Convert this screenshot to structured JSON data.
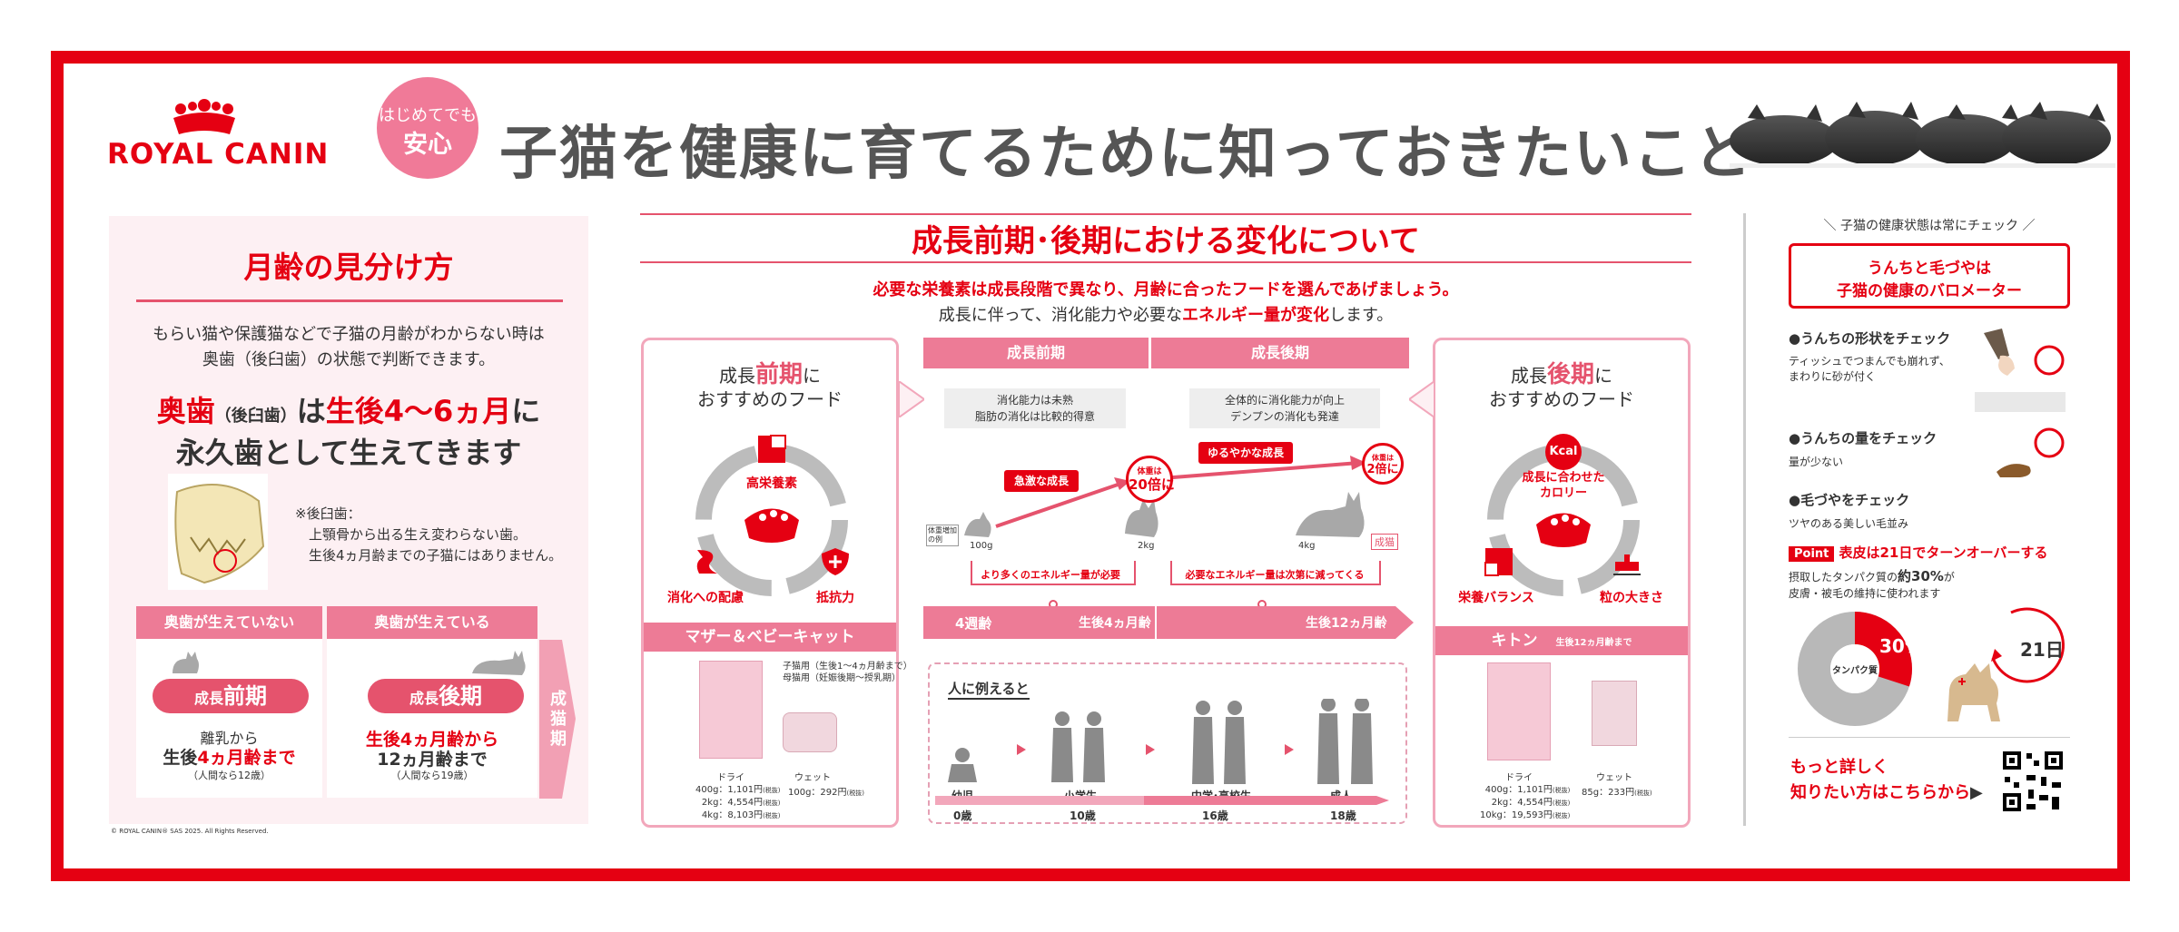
{
  "header": {
    "logo": "ROYAL CANIN",
    "badge_small": "はじめてでも",
    "badge_big": "安心",
    "title": "子猫を健康に育てるために知っておきたいこと"
  },
  "left": {
    "title": "月齢の見分け方",
    "intro1": "もらい猫や保護猫などで子猫の月齢がわからない時は",
    "intro2": "奥歯（後臼歯）の状態で判断できます。",
    "head_a": "奥歯",
    "head_b": "（後臼歯）",
    "head_c": "は",
    "head_d": "生後4〜6ヵ月",
    "head_e": "に",
    "head2": "永久歯として生えてきます",
    "note1": "※後臼歯：",
    "note2": "上顎骨から出る生え変わらない歯。",
    "note3": "生後4ヵ月齢までの子猫にはありません。",
    "col1_head": "奥歯が生えていない",
    "col2_head": "奥歯が生えている",
    "col1_pill_a": "成長",
    "col1_pill_b": "前期",
    "col2_pill_a": "成長",
    "col2_pill_b": "後期",
    "col1_l1": "離乳から",
    "col1_l2a": "生後",
    "col1_l2b": "4ヵ月齢まで",
    "col1_l3": "（人間なら12歳）",
    "col2_l1": "生後4ヵ月齢から",
    "col2_l2": "12ヵ月齢まで",
    "col2_l3": "（人間なら19歳）",
    "arrow_label": "成猫期",
    "copyright": "© ROYAL CANIN® SAS 2025. All Rights Reserved."
  },
  "center": {
    "title": "成長前期･後期における変化について",
    "sub1": "必要な栄養素は成長段階で異なり、月齢に合ったフードを選んであげましょう。",
    "sub2a": "成長に伴って、消化能力や必要な",
    "sub2b": "エネルギー量が変化",
    "sub2c": "します。",
    "early_card_a": "成長",
    "early_card_b": "前期",
    "early_card_c": "に",
    "early_card_d": "おすすめのフード",
    "late_card_a": "成長",
    "late_card_b": "後期",
    "late_card_c": "に",
    "late_card_d": "おすすめのフード",
    "early_icons": [
      "高栄養素",
      "消化への配慮",
      "抵抗力"
    ],
    "late_icons": [
      "成長に合わせた",
      "カロリー",
      "栄養バランス",
      "粒の大きさ"
    ],
    "kcal": "Kcal",
    "early_bar": "マザー＆ベビーキャット",
    "late_bar": "キトン",
    "late_bar_sub": "生後12ヵ月齢まで",
    "early_target1": "子猫用（生後1〜4ヵ月齢まで）",
    "early_target2": "母猫用（妊娠後期〜授乳期）",
    "dry": "ドライ",
    "wet": "ウェット",
    "early_dry_prices": [
      "400g：1,101円",
      "2kg：4,554円",
      "4kg：8,103円"
    ],
    "early_wet_price": "100g：292円",
    "late_dry_prices": [
      "400g：1,101円",
      "2kg：4,554円",
      "10kg：19,593円"
    ],
    "late_wet_price": "85g：233円",
    "tax": "(税抜)",
    "phase_early": "成長前期",
    "phase_late": "成長後期",
    "early_desc1": "消化能力は未熟",
    "early_desc2": "脂肪の消化は比較的得意",
    "late_desc1": "全体的に消化能力が向上",
    "late_desc2": "デンプンの消化も発達",
    "rapid": "急激な成長",
    "gentle": "ゆるやかな成長",
    "times20_a": "体重は",
    "times20_b": "20倍に",
    "times2_a": "体重は",
    "times2_b": "2倍に",
    "weight_note1": "体重増加",
    "weight_note2": "の例",
    "w100": "100g",
    "w2": "2kg",
    "w4": "4kg",
    "adult": "成猫",
    "energy_more": "より多くのエネルギー量が必要",
    "energy_less": "必要なエネルギー量は次第に減ってくる",
    "age_4w": "4週齢",
    "age_4m": "生後4ヵ月齢",
    "age_12m": "生後12ヵ月齢",
    "human_title": "人に例えると",
    "human_labels": [
      "幼児",
      "小学生",
      "中学･高校生",
      "成人"
    ],
    "human_ages": [
      "0歳",
      "10歳",
      "16歳",
      "18歳"
    ]
  },
  "right": {
    "top": "＼ 子猫の健康状態は常にチェック ／",
    "box1": "うんちと毛づやは",
    "box2": "子猫の健康のバロメーター",
    "c1_title": "●うんちの形状をチェック",
    "c1_d1": "ティッシュでつまんでも崩れず、",
    "c1_d2": "まわりに砂が付く",
    "c2_title": "●うんちの量をチェック",
    "c2_d1": "量が少ない",
    "c3_title": "●毛づやをチェック",
    "c3_d1": "ツヤのある美しい毛並み",
    "point": "Point",
    "point_text": "表皮は21日でターンオーバーする",
    "p_d1a": "摂取したタンパク質の",
    "p_d1b": "約30%",
    "p_d1c": "が",
    "p_d2": "皮膚・被毛の維持に使われます",
    "pct": "30%",
    "protein": "タンパク質",
    "days": "21日",
    "more1": "もっと詳しく",
    "more2": "知りたい方はこちらから"
  },
  "colors": {
    "red": "#e50012",
    "pink": "#e5536d",
    "lightpink": "#fdf0f3",
    "gray": "#a8a8a8"
  }
}
